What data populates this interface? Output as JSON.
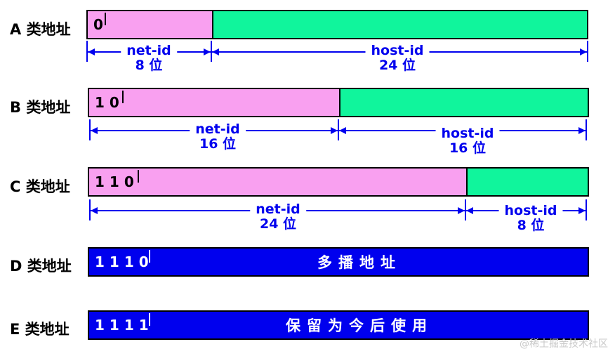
{
  "classes": {
    "a": {
      "label": "A 类地址",
      "bits": "0",
      "net_name": "net-id",
      "net_bits": "8 位",
      "host_name": "host-id",
      "host_bits": "24 位"
    },
    "b": {
      "label": "B 类地址",
      "bits": "10",
      "net_name": "net-id",
      "net_bits": "16 位",
      "host_name": "host-id",
      "host_bits": "16 位"
    },
    "c": {
      "label": "C 类地址",
      "bits": "110",
      "net_name": "net-id",
      "net_bits": "24 位",
      "host_name": "host-id",
      "host_bits": "8 位"
    },
    "d": {
      "label": "D 类地址",
      "bits": "1110",
      "text": "多播地址"
    },
    "e": {
      "label": "E 类地址",
      "bits": "1111",
      "text": "保留为今后使用"
    }
  },
  "colors": {
    "net": "#f9a0f0",
    "host": "#10f59c",
    "special": "#0000ee",
    "dimension": "#0000ee"
  },
  "watermark": "@稀土掘金技术社区"
}
